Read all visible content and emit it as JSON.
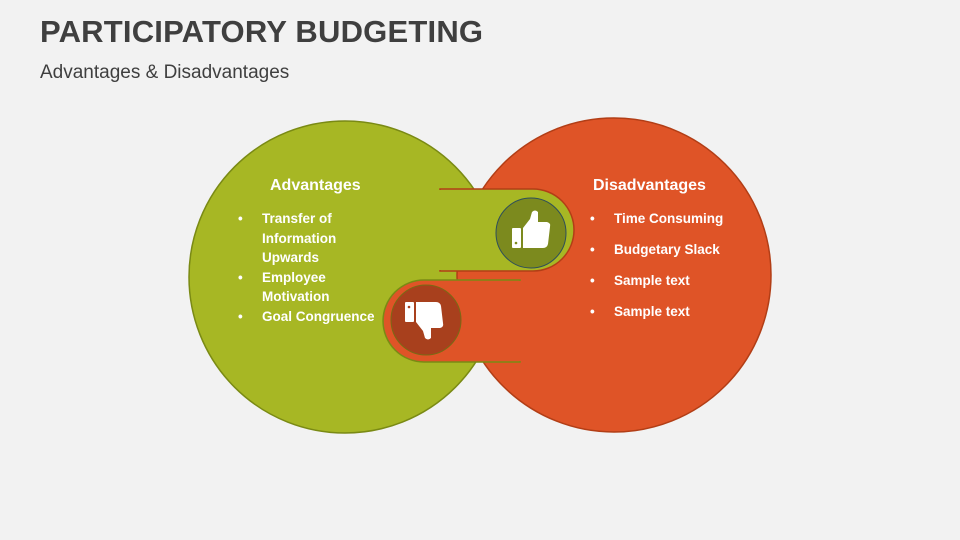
{
  "header": {
    "title": "PARTICIPATORY BUDGETING",
    "subtitle": "Advantages & Disadvantages"
  },
  "colors": {
    "background": "#f2f2f2",
    "green": "#a7b724",
    "green_dark": "#7c8a1e",
    "green_stroke": "#7a8a14",
    "orange": "#df5427",
    "orange_dark": "#a8401d",
    "orange_stroke": "#b23e16",
    "text_dark": "#3f3f3f",
    "text_light": "#ffffff"
  },
  "advantages": {
    "heading": "Advantages",
    "icon": "thumbs-up-icon",
    "items": [
      {
        "label": "Transfer of\nInformation\nUpwards",
        "lines": [
          "Transfer of",
          "Information",
          "Upwards"
        ]
      },
      {
        "label": "Employee\nMotivation",
        "lines": [
          "Employee",
          "Motivation"
        ]
      },
      {
        "label": "Goal Congruence",
        "lines": [
          "Goal Congruence"
        ]
      }
    ]
  },
  "disadvantages": {
    "heading": "Disadvantages",
    "icon": "thumbs-down-icon",
    "items": [
      {
        "label": "Time Consuming"
      },
      {
        "label": "Budgetary Slack"
      },
      {
        "label": "Sample text"
      },
      {
        "label": "Sample text"
      }
    ]
  }
}
